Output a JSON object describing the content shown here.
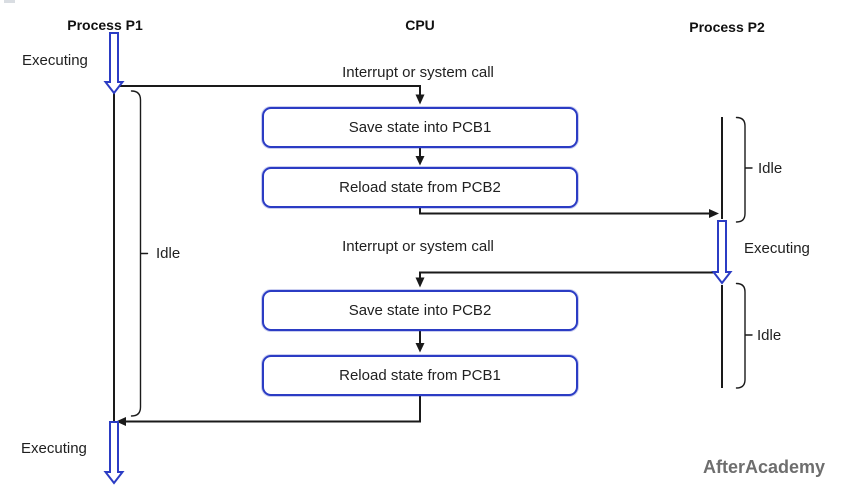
{
  "columns": {
    "p1": "Process P1",
    "cpu": "CPU",
    "p2": "Process P2"
  },
  "boxes": [
    {
      "label": "Save state into PCB1"
    },
    {
      "label": "Reload state from PCB2"
    },
    {
      "label": "Save state into PCB2"
    },
    {
      "label": "Reload state from PCB1"
    }
  ],
  "edge_labels": {
    "interrupt_1": "Interrupt or system call",
    "interrupt_2": "Interrupt or system call"
  },
  "state_labels": {
    "p1_executing_top": "Executing",
    "p1_idle": "Idle",
    "p1_executing_bottom": "Executing",
    "p2_idle_top": "Idle",
    "p2_executing": "Executing",
    "p2_idle_bottom": "Idle"
  },
  "watermark": "AfterAcademy",
  "colors": {
    "line": "#1a1a1a",
    "accent_blue": "#2b3cc4",
    "watermark_gray": "#6e6e6e"
  }
}
